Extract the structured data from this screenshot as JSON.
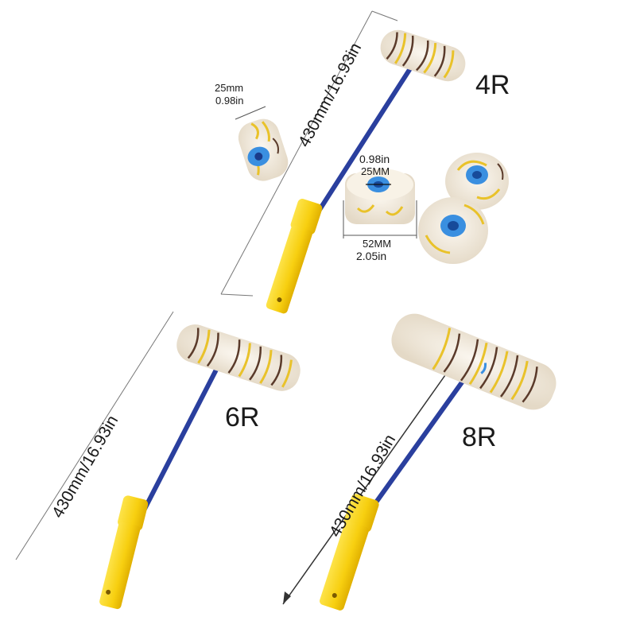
{
  "colors": {
    "handle": "#f9d417",
    "handle_shade": "#e8b800",
    "rod": "#2a3f9e",
    "fiber": "#f1e9dc",
    "stripe_yellow": "#e9c22a",
    "stripe_brown": "#5a3a2a",
    "core_blue": "#3a8fe0",
    "measure_line": "#666666"
  },
  "rollers": [
    {
      "model": "4R",
      "length": "430mm/16.93in"
    },
    {
      "model": "6R",
      "length": "430mm/16.93in"
    },
    {
      "model": "8R",
      "length": "430mm/16.93in"
    }
  ],
  "small_roller": {
    "width_mm": "25mm",
    "width_in": "0.98in"
  },
  "cross_section": {
    "core_in": "0.98in",
    "core_mm": "25MM",
    "diameter_mm": "52MM",
    "diameter_in": "2.05in"
  }
}
